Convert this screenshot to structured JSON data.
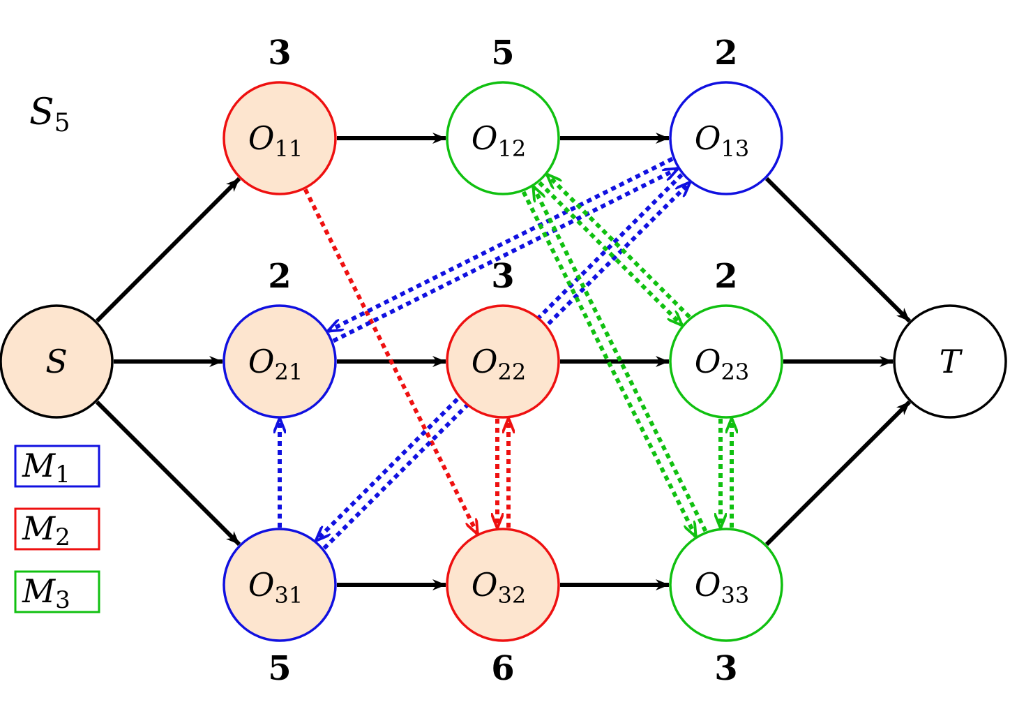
{
  "title": "S5",
  "title_main": "S",
  "title_sub": "5",
  "colors": {
    "M1": "#1010e0",
    "M2": "#ee1010",
    "M3": "#10c010",
    "scheduled_fill": "#fde5cf",
    "unscheduled_fill": "#ffffff",
    "solid_edge": "#000000"
  },
  "nodes": [
    {
      "id": "S",
      "main": "S",
      "sub": "",
      "border": "black",
      "filled": true
    },
    {
      "id": "T",
      "main": "T",
      "sub": "",
      "border": "black",
      "filled": false
    },
    {
      "id": "O11",
      "main": "O",
      "sub": "11",
      "border": "M2",
      "filled": true,
      "duration": "3"
    },
    {
      "id": "O12",
      "main": "O",
      "sub": "12",
      "border": "M3",
      "filled": false,
      "duration": "5"
    },
    {
      "id": "O13",
      "main": "O",
      "sub": "13",
      "border": "M1",
      "filled": false,
      "duration": "2"
    },
    {
      "id": "O21",
      "main": "O",
      "sub": "21",
      "border": "M1",
      "filled": true,
      "duration": "2"
    },
    {
      "id": "O22",
      "main": "O",
      "sub": "22",
      "border": "M2",
      "filled": true,
      "duration": "3"
    },
    {
      "id": "O23",
      "main": "O",
      "sub": "23",
      "border": "M3",
      "filled": false,
      "duration": "2"
    },
    {
      "id": "O31",
      "main": "O",
      "sub": "31",
      "border": "M1",
      "filled": true,
      "duration": "5"
    },
    {
      "id": "O32",
      "main": "O",
      "sub": "32",
      "border": "M2",
      "filled": true,
      "duration": "6"
    },
    {
      "id": "O33",
      "main": "O",
      "sub": "33",
      "border": "M3",
      "filled": false,
      "duration": "3"
    }
  ],
  "conjunctive_edges": [
    [
      "S",
      "O11"
    ],
    [
      "S",
      "O21"
    ],
    [
      "S",
      "O31"
    ],
    [
      "O11",
      "O12"
    ],
    [
      "O12",
      "O13"
    ],
    [
      "O21",
      "O22"
    ],
    [
      "O22",
      "O23"
    ],
    [
      "O31",
      "O32"
    ],
    [
      "O32",
      "O33"
    ],
    [
      "O13",
      "T"
    ],
    [
      "O23",
      "T"
    ],
    [
      "O33",
      "T"
    ]
  ],
  "directed_disjunctive_edges": [
    {
      "from": "O31",
      "to": "O21",
      "machine": "M1"
    },
    {
      "from": "O11",
      "to": "O32",
      "machine": "M2"
    }
  ],
  "undirected_disjunctive_edges": [
    {
      "a": "O13",
      "b": "O21",
      "machine": "M1"
    },
    {
      "a": "O13",
      "b": "O31",
      "machine": "M1"
    },
    {
      "a": "O22",
      "b": "O32",
      "machine": "M2"
    },
    {
      "a": "O12",
      "b": "O23",
      "machine": "M3"
    },
    {
      "a": "O12",
      "b": "O33",
      "machine": "M3"
    },
    {
      "a": "O23",
      "b": "O33",
      "machine": "M3"
    }
  ],
  "legend": [
    {
      "main": "M",
      "sub": "1",
      "machine": "M1"
    },
    {
      "main": "M",
      "sub": "2",
      "machine": "M2"
    },
    {
      "main": "M",
      "sub": "3",
      "machine": "M3"
    }
  ]
}
